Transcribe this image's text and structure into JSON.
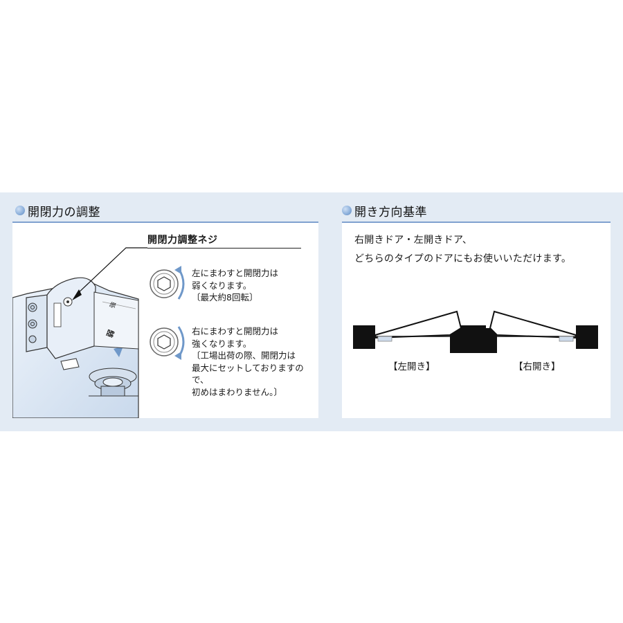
{
  "left_section": {
    "heading": "開閉力の調整",
    "callout_title": "開閉力調整ネジ",
    "turn_left": {
      "icon": "hex-socket-counterclockwise-icon",
      "text": "左にまわすと開閉力は\n弱くなります。\n〔最大約8回転〕"
    },
    "turn_right": {
      "icon": "hex-socket-clockwise-icon",
      "text": "右にまわすと開閉力は\n強くなります。\n〔工場出荷の際、開閉力は\n最大にセットしておりますので、\n初めはまわりません。〕"
    },
    "illustration": {
      "icon": "door-closer-illustration",
      "marks": [
        "弱",
        "強"
      ]
    }
  },
  "right_section": {
    "heading": "開き方向基準",
    "line1": "右開きドア・左開きドア、",
    "line2": "どちらのタイプのドアにもお使いいただけます。",
    "label_left": "【左開き】",
    "label_right": "【右開き】",
    "diagram_icon": "door-opening-direction-diagram"
  },
  "colors": {
    "band": "#e3ebf4",
    "accent": "#7fa1cf",
    "arrow": "#6f98c9"
  }
}
